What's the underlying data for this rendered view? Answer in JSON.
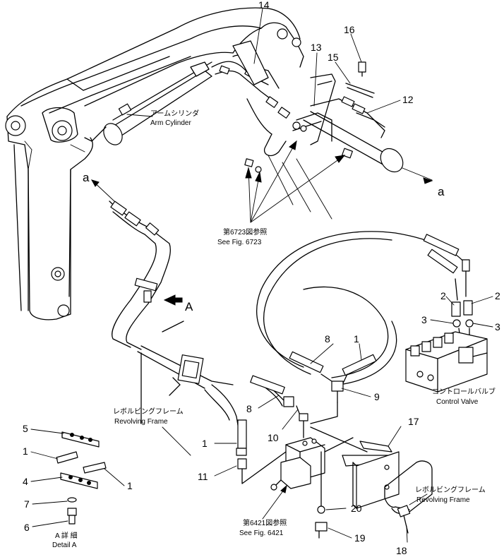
{
  "labels": {
    "arm_cylinder_jp": "アームシリンダ",
    "arm_cylinder_en": "Arm Cylinder",
    "see_6723_jp": "第6723図参照",
    "see_6723_en": "See Fig. 6723",
    "control_valve_jp": "コントロールバルブ",
    "control_valve_en": "Control Valve",
    "revolving_frame_jp": "レボルビングフレーム",
    "revolving_frame_en": "Revolving Frame",
    "revolving_frame2_jp": "レボルビングフレーム",
    "revolving_frame2_en": "Revolving Frame",
    "see_6421_jp": "第6421図参照",
    "see_6421_en": "See Fig. 6421",
    "detail_a_jp": "A 詳 細",
    "detail_a_en": "Detail A",
    "view_a": "A",
    "ref_a_left": "a",
    "ref_a_right": "a"
  },
  "callouts": [
    {
      "id": "c14",
      "text": "14"
    },
    {
      "id": "c13",
      "text": "13"
    },
    {
      "id": "c16",
      "text": "16"
    },
    {
      "id": "c15",
      "text": "15"
    },
    {
      "id": "c12",
      "text": "12"
    },
    {
      "id": "c2l",
      "text": "2"
    },
    {
      "id": "c2r",
      "text": "2"
    },
    {
      "id": "c3l",
      "text": "3"
    },
    {
      "id": "c3r",
      "text": "3"
    },
    {
      "id": "c8a",
      "text": "8"
    },
    {
      "id": "c1a",
      "text": "1"
    },
    {
      "id": "c9",
      "text": "9"
    },
    {
      "id": "c8b",
      "text": "8"
    },
    {
      "id": "c17",
      "text": "17"
    },
    {
      "id": "c1b",
      "text": "1"
    },
    {
      "id": "c10",
      "text": "10"
    },
    {
      "id": "c11",
      "text": "11"
    },
    {
      "id": "c20",
      "text": "20"
    },
    {
      "id": "c19",
      "text": "19"
    },
    {
      "id": "c18",
      "text": "18"
    },
    {
      "id": "c5",
      "text": "5"
    },
    {
      "id": "c1c",
      "text": "1"
    },
    {
      "id": "c4",
      "text": "4"
    },
    {
      "id": "c1d",
      "text": "1"
    },
    {
      "id": "c7",
      "text": "7"
    },
    {
      "id": "c6",
      "text": "6"
    }
  ]
}
